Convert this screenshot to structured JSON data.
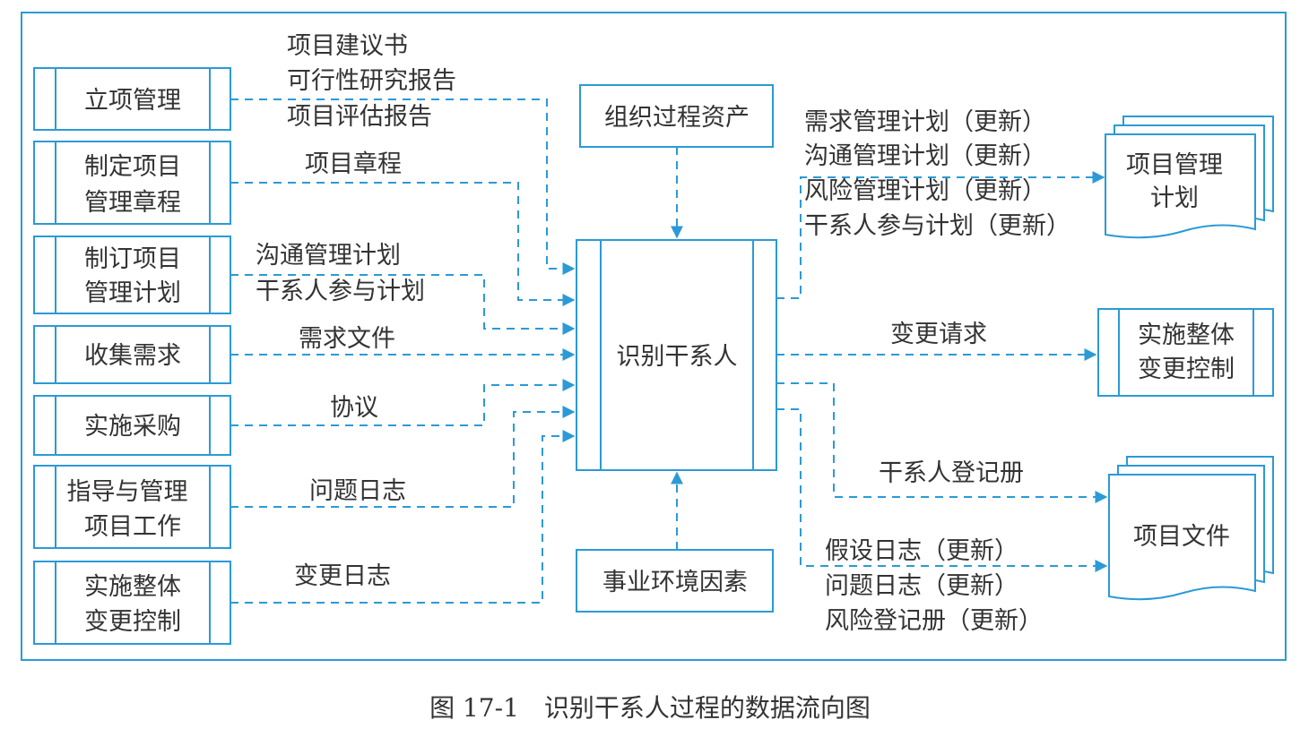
{
  "colors": {
    "line": "#2b9ad6",
    "text": "#333333"
  },
  "inputs": {
    "p1": "立项管理",
    "p2": [
      "制定项目",
      "管理章程"
    ],
    "p3": [
      "制订项目",
      "管理计划"
    ],
    "p4": "收集需求",
    "p5": "实施采购",
    "p6": [
      "指导与管理",
      "项目工作"
    ],
    "p7": [
      "实施整体",
      "变更控制"
    ]
  },
  "center": "识别干系人",
  "top": "组织过程资产",
  "bottom": "事业环境因素",
  "outputs": {
    "pmp": [
      "项目管理",
      "计划"
    ],
    "icc": [
      "实施整体",
      "变更控制"
    ],
    "docs": "项目文件"
  },
  "labels": {
    "l1": [
      "项目建议书",
      "可行性研究报告",
      "项目评估报告"
    ],
    "l2": "项目章程",
    "l3": [
      "沟通管理计划",
      "干系人参与计划"
    ],
    "l4": "需求文件",
    "l5": "协议",
    "l6": "问题日志",
    "l7": "变更日志",
    "r1": [
      "需求管理计划（更新）",
      "沟通管理计划（更新）",
      "风险管理计划（更新）",
      "干系人参与计划（更新）"
    ],
    "r2": "变更请求",
    "r3": "干系人登记册",
    "r4": [
      "假设日志（更新）",
      "问题日志（更新）",
      "风险登记册（更新）"
    ]
  },
  "caption": "图 17-1　识别干系人过程的数据流向图"
}
